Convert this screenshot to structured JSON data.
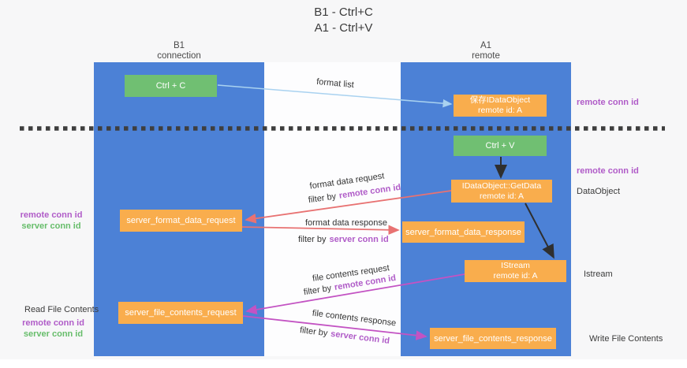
{
  "title": {
    "line1": "B1 - Ctrl+C",
    "line2": "A1 - Ctrl+V"
  },
  "lanes": {
    "left": {
      "title": "B1",
      "subtitle": "connection"
    },
    "right": {
      "title": "A1",
      "subtitle": "remote"
    }
  },
  "nodes": {
    "ctrl_c": {
      "label": "Ctrl + C"
    },
    "ctrl_v": {
      "label": "Ctrl + V"
    },
    "save_idataobject": {
      "line1": "保存IDataObject",
      "line2": "remote id: A"
    },
    "idataobject_getdata": {
      "line1": "IDataObject::GetData",
      "line2": "remote id: A"
    },
    "istream": {
      "line1": "IStream",
      "line2": "remote id: A"
    },
    "server_format_data_request": {
      "label": "server_format_data_request"
    },
    "server_format_data_response": {
      "label": "server_format_data_response"
    },
    "server_file_contents_request": {
      "label": "server_file_contents_request"
    },
    "server_file_contents_response": {
      "label": "server_file_contents_response"
    }
  },
  "edge_labels": {
    "format_list": "format list",
    "format_data_request": "format data request",
    "format_data_response": "format data response",
    "file_contents_request": "file contents request",
    "file_contents_response": "file contents response",
    "filter_by": "filter by",
    "remote_conn_id": "remote conn id",
    "server_conn_id": "server conn id"
  },
  "margin_labels": {
    "right_save_conn": "remote conn id",
    "right_getdata_conn": "remote conn id",
    "dataobject": "DataObject",
    "istream": "Istream",
    "write_file_contents": "Write File Contents",
    "read_file_contents": "Read File Contents",
    "left_format_remote": "remote conn id",
    "left_format_server": "server conn id",
    "left_file_remote": "remote conn id",
    "left_file_server": "server conn id"
  },
  "colors": {
    "lane_blue": "#4c81d6",
    "box_green": "#70bf72",
    "box_orange": "#f9ad4d",
    "arrow_light_blue": "#a9d2f0",
    "arrow_red": "#e87272",
    "arrow_magenta": "#c353c3",
    "arrow_black": "#2f2f2f",
    "text_purple": "#b05cc8",
    "text_green": "#67bd6b",
    "dashed_line": "#3e3e3e",
    "background": "#f7f7f8"
  }
}
